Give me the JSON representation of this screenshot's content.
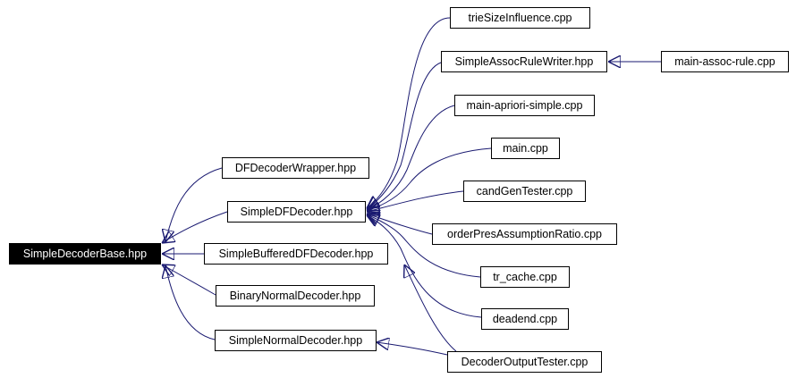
{
  "graph": {
    "edge_color": "#191970",
    "root_fill": "#000000",
    "nodes": {
      "root": "SimpleDecoderBase.hpp",
      "df_wrapper": "DFDecoderWrapper.hpp",
      "simple_df": "SimpleDFDecoder.hpp",
      "simple_buffered_df": "SimpleBufferedDFDecoder.hpp",
      "binary_normal": "BinaryNormalDecoder.hpp",
      "simple_normal": "SimpleNormalDecoder.hpp",
      "trie_size": "trieSizeInfluence.cpp",
      "assoc_writer": "SimpleAssocRuleWriter.hpp",
      "main_apriori": "main-apriori-simple.cpp",
      "main": "main.cpp",
      "cand_gen": "candGenTester.cpp",
      "order_pres": "orderPresAssumptionRatio.cpp",
      "tr_cache": "tr_cache.cpp",
      "deadend": "deadend.cpp",
      "decoder_output": "DecoderOutputTester.cpp",
      "main_assoc": "main-assoc-rule.cpp"
    }
  }
}
